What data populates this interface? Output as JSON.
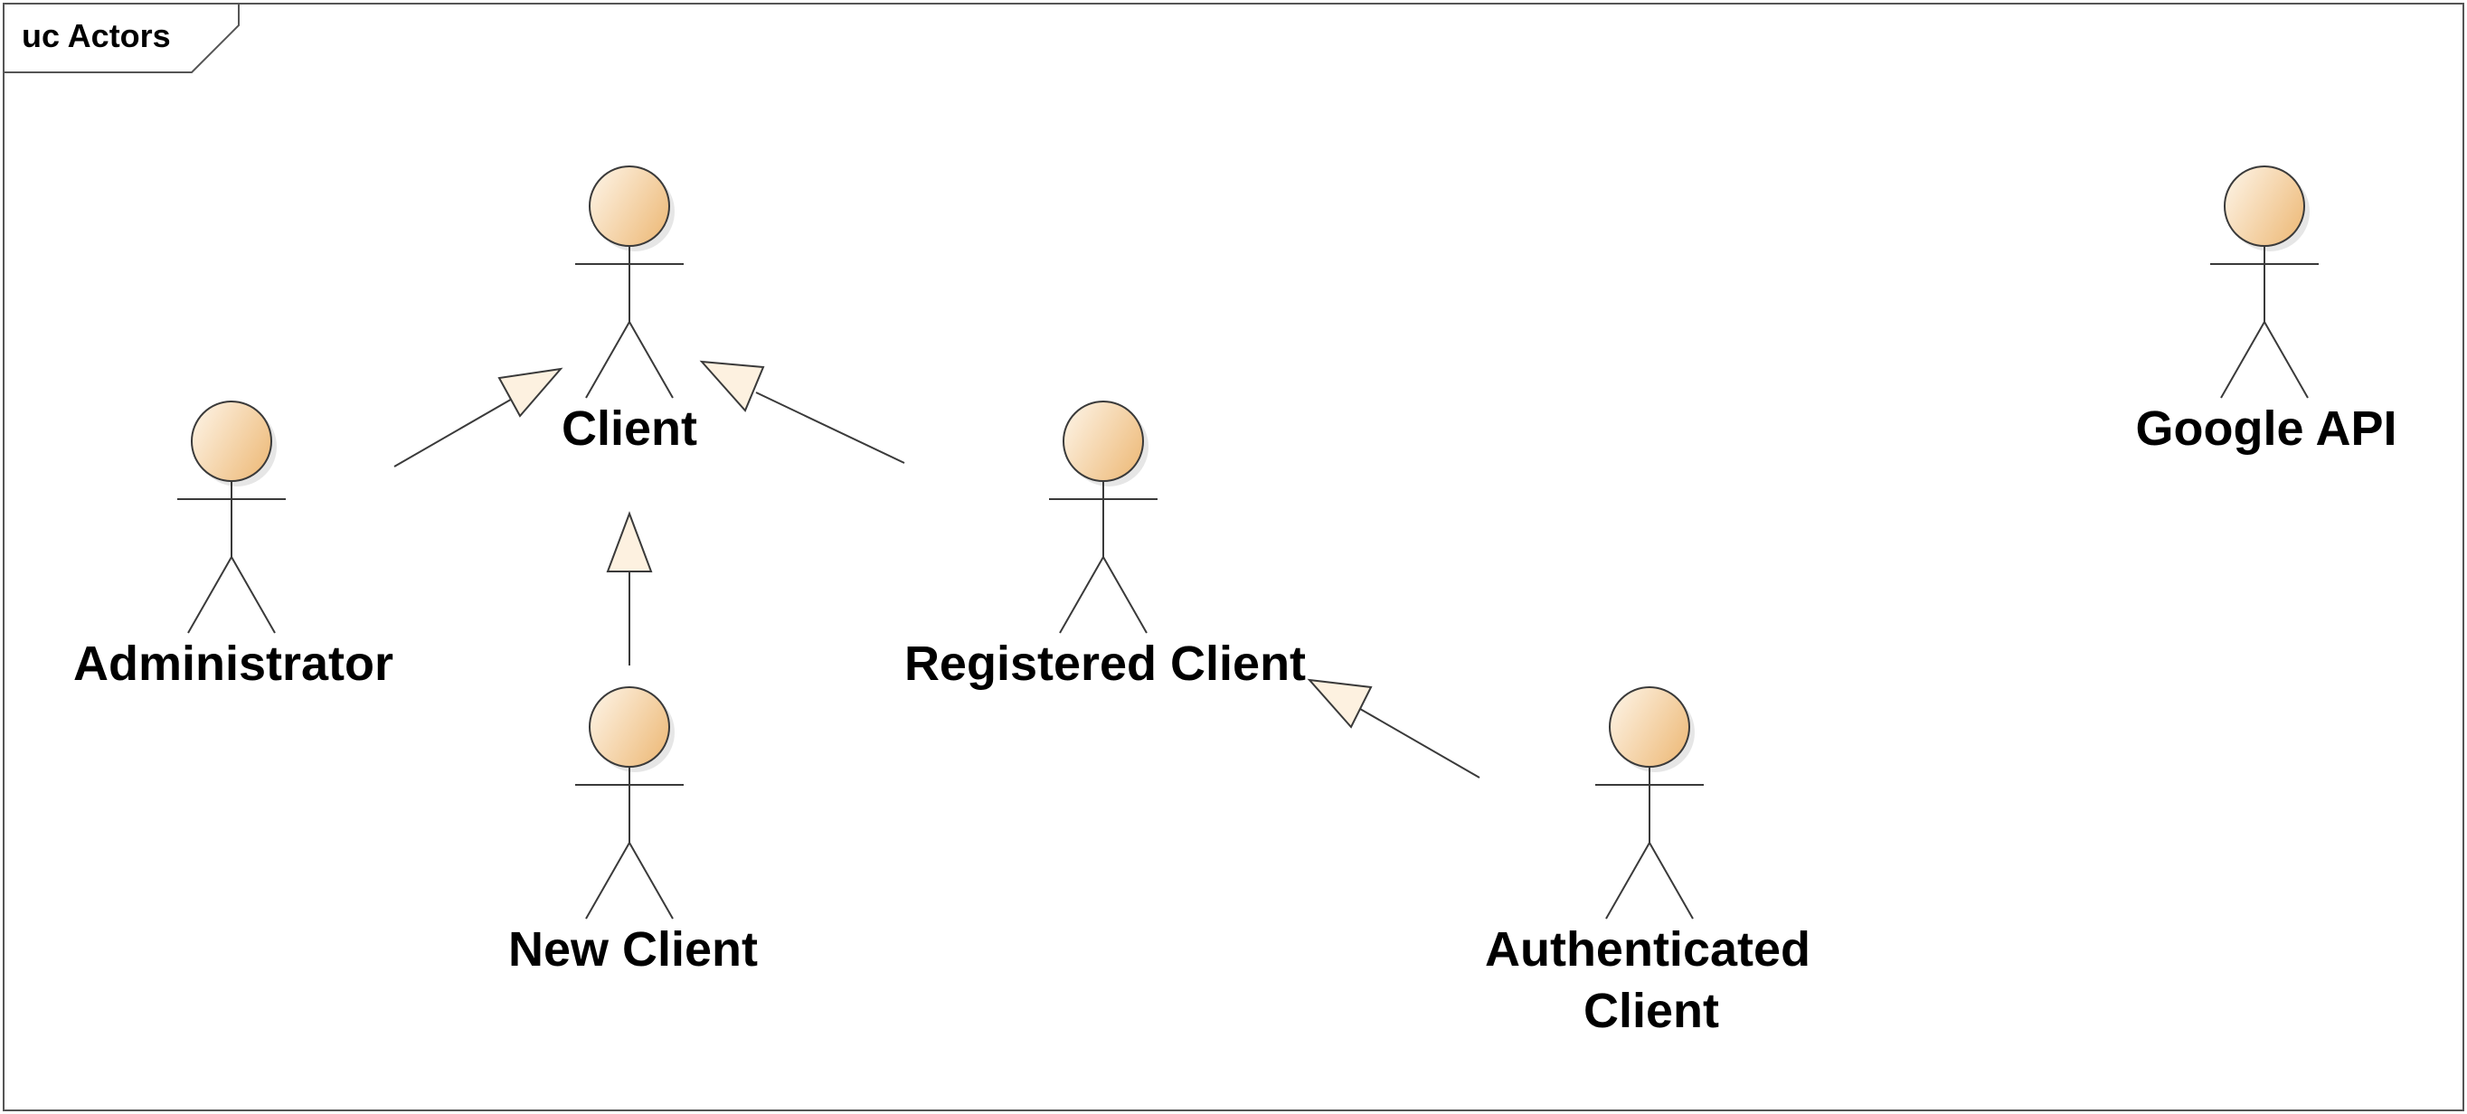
{
  "frame": {
    "title": "uc Actors"
  },
  "actors": {
    "client": {
      "label": "Client"
    },
    "administrator": {
      "label": "Administrator"
    },
    "new_client": {
      "label": "New Client"
    },
    "registered_client": {
      "label": "Registered Client"
    },
    "authenticated_client": {
      "line1": "Authenticated",
      "line2": "Client"
    },
    "google_api": {
      "label": "Google API"
    }
  },
  "generalizations": [
    {
      "from": "Administrator",
      "to": "Client"
    },
    {
      "from": "New Client",
      "to": "Client"
    },
    {
      "from": "Registered Client",
      "to": "Client"
    },
    {
      "from": "Authenticated Client",
      "to": "Registered Client"
    }
  ],
  "colors": {
    "actor_head_light": "#fdf1e0",
    "actor_head_dark": "#f0c488",
    "arrowhead_fill": "#fdf1e0",
    "line": "#3a3a3a",
    "frame": "#555555"
  }
}
